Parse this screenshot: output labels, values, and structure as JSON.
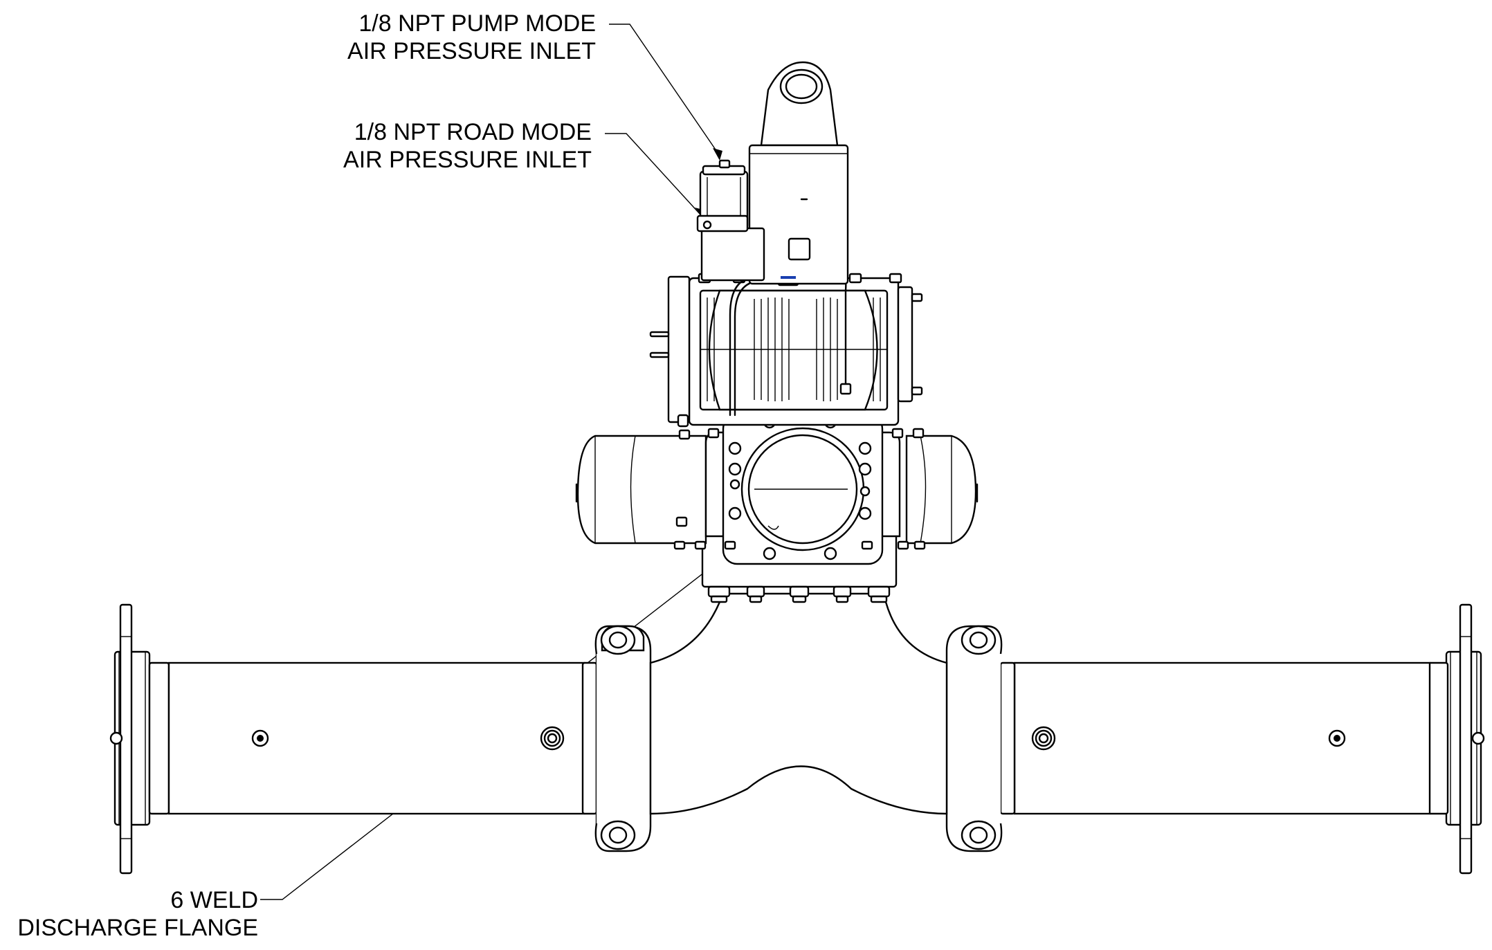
{
  "callouts": {
    "pump_mode": {
      "line1": "1/8 NPT PUMP MODE",
      "line2": "AIR PRESSURE INLET"
    },
    "road_mode": {
      "line1": "1/8 NPT ROAD MODE",
      "line2": "AIR PRESSURE INLET"
    },
    "discharge": {
      "line1": "6 WELD",
      "line2": "DISCHARGE FLANGE"
    }
  },
  "colors": {
    "line": "#000000",
    "background": "#ffffff",
    "accent_tube": "#1a3fb0"
  }
}
